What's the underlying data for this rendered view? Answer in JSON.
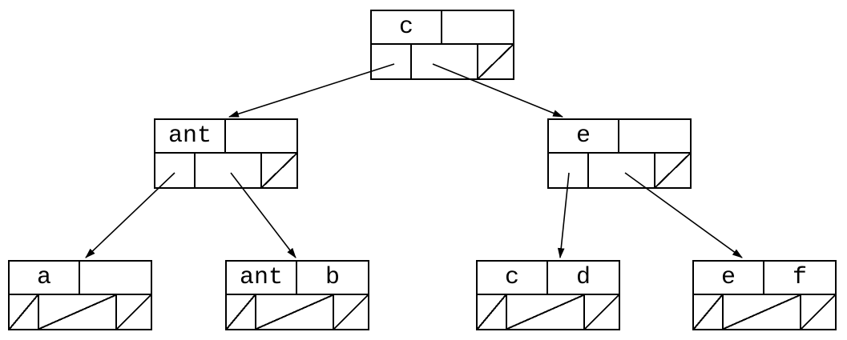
{
  "diagram_type": "b-tree",
  "tree": {
    "colors": {
      "line": "#000000",
      "background": "#ffffff"
    },
    "nodes": {
      "root": {
        "keys": [
          "c",
          ""
        ],
        "null_pointers": [
          3
        ]
      },
      "left": {
        "keys": [
          "ant",
          ""
        ],
        "null_pointers": [
          3
        ]
      },
      "right": {
        "keys": [
          "e",
          ""
        ],
        "null_pointers": [
          3
        ]
      },
      "leaf1": {
        "keys": [
          "a",
          ""
        ],
        "null_pointers": [
          1,
          2,
          3
        ]
      },
      "leaf2": {
        "keys": [
          "ant",
          "b"
        ],
        "null_pointers": [
          1,
          2,
          3
        ]
      },
      "leaf3": {
        "keys": [
          "c",
          "d"
        ],
        "null_pointers": [
          1,
          2,
          3
        ]
      },
      "leaf4": {
        "keys": [
          "e",
          "f"
        ],
        "null_pointers": [
          1,
          2,
          3
        ]
      }
    },
    "edges": [
      {
        "from": "root",
        "pointer": 1,
        "to": "left"
      },
      {
        "from": "root",
        "pointer": 2,
        "to": "right"
      },
      {
        "from": "left",
        "pointer": 1,
        "to": "leaf1"
      },
      {
        "from": "left",
        "pointer": 2,
        "to": "leaf2"
      },
      {
        "from": "right",
        "pointer": 1,
        "to": "leaf3"
      },
      {
        "from": "right",
        "pointer": 2,
        "to": "leaf4"
      }
    ]
  }
}
